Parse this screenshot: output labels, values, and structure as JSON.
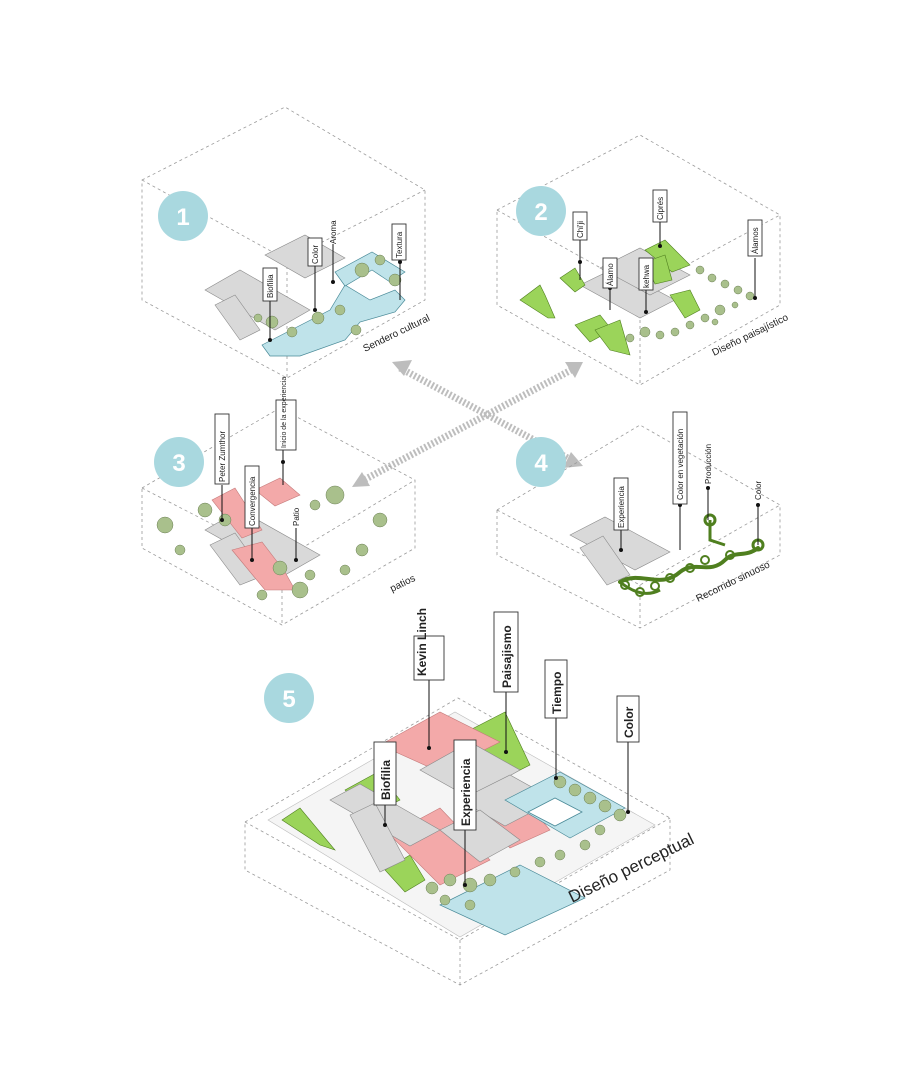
{
  "colors": {
    "badge": "#a9d8df",
    "pink": "#f3a9a9",
    "green": "#9bd45a",
    "water": "#bfe3ea",
    "tree": "#a9c08c"
  },
  "panels": [
    {
      "number": "1",
      "caption": "Sendero cultural",
      "labels": [
        "Biofilia",
        "Color",
        "Aroma",
        "Textura"
      ]
    },
    {
      "number": "2",
      "caption": "Diseño paisajístico",
      "labels": [
        "Chi'ji",
        "Álamo",
        "Ciprés",
        "kehwa",
        "Álamos"
      ]
    },
    {
      "number": "3",
      "caption": "patios",
      "labels": [
        "Peter Zumthor",
        "Convergencia",
        "Inicio de la experiencia",
        "Patio"
      ]
    },
    {
      "number": "4",
      "caption": "Recorrido sinuoso",
      "labels": [
        "Experiencia",
        "Color en vegetación",
        "Producción",
        "Color"
      ]
    },
    {
      "number": "5",
      "caption": "Diseño perceptual",
      "labels": [
        "Biofilia",
        "Kevin Linch",
        "Experiencia",
        "Paisajismo",
        "Tiempo",
        "Color"
      ]
    }
  ]
}
